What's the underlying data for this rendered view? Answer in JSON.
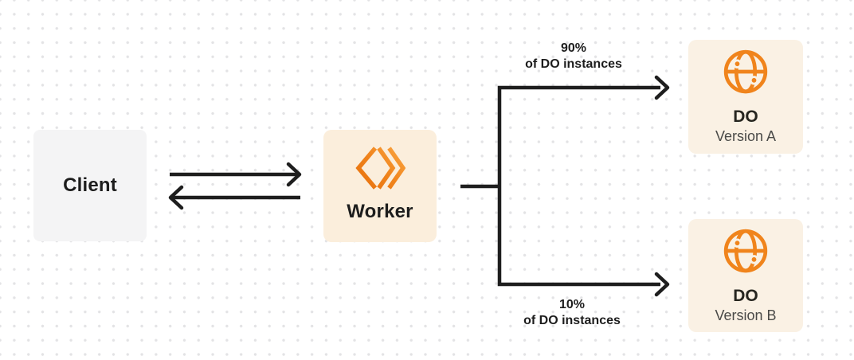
{
  "diagram": {
    "nodes": {
      "client": {
        "label": "Client"
      },
      "worker": {
        "label": "Worker",
        "icon": "cloudflare-workers-icon"
      },
      "do_version_a": {
        "title": "DO",
        "subtitle": "Version A",
        "icon": "durable-object-globe-icon"
      },
      "do_version_b": {
        "title": "DO",
        "subtitle": "Version B",
        "icon": "durable-object-globe-icon"
      }
    },
    "edges": {
      "client_worker": {
        "type": "bidirectional-arrows"
      },
      "split_top": {
        "percent": "90%",
        "caption": "of DO instances"
      },
      "split_bottom": {
        "percent": "10%",
        "caption": "of DO instances"
      }
    },
    "colors": {
      "accent_orange": "#F0841C",
      "worker_logo_gradient_start": "#E8720E",
      "worker_logo_gradient_end": "#F9A23E",
      "connector_line": "#1E1E1E",
      "client_box_bg": "#F4F4F5",
      "worker_box_bg": "#FBEEDC",
      "do_box_bg": "#FAF1E4",
      "text_primary": "#1D1D1D",
      "text_secondary": "#4A4A48",
      "dot_grid": "#E3E3E5",
      "background": "#FFFFFF"
    }
  }
}
